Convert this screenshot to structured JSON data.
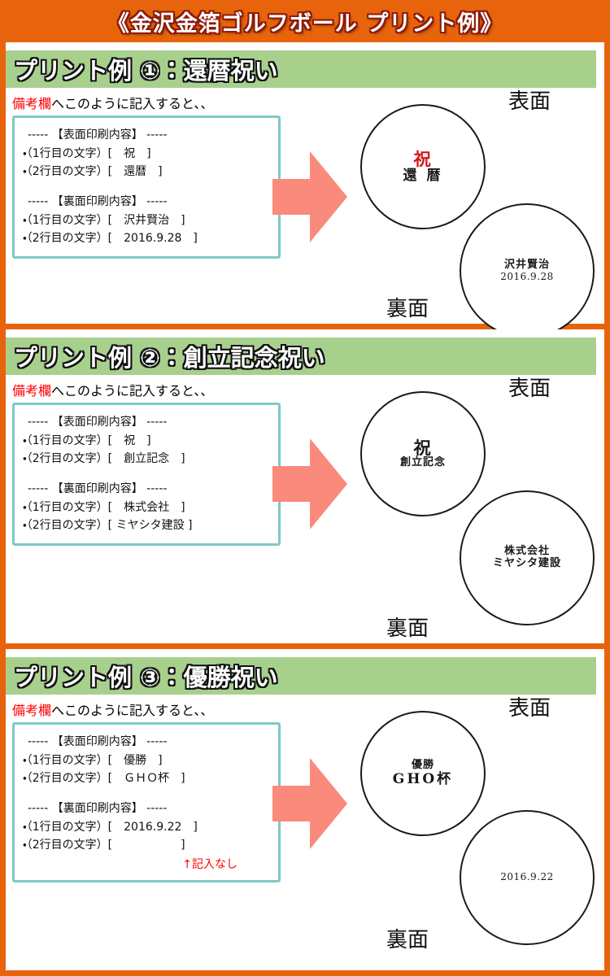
{
  "header": {
    "title": "《金沢金箔ゴルフボール プリント例》",
    "bar_color": "#e8640c"
  },
  "common": {
    "note_lead_highlight": "備考欄",
    "note_lead_rest": "へこのように記入すると、、",
    "front_heading": "----- 【表面印刷内容】 -----",
    "back_heading": "----- 【裏面印刷内容】 -----",
    "front_label": "表面",
    "back_label": "裏面",
    "line1_prefix": "・（1行目の文字）",
    "line2_prefix": "・（2行目の文字）",
    "arrow_color": "#fa8a7c",
    "note_border_color": "#7ec9c6",
    "band_color": "#a8d08d",
    "highlight_color": "#ff0000"
  },
  "sections": [
    {
      "heading": "プリント例 ①：還暦祝い",
      "note": {
        "front_line1": "・（1行目の文字）[　祝　]",
        "front_line2": "・（2行目の文字）[　還暦　]",
        "back_line1": "・（1行目の文字）[　沢井賢治　]",
        "back_line2": "・（2行目の文字）[　2016.9.28　]",
        "footnote": ""
      },
      "ball_front": {
        "line1": "祝",
        "line1_color": "#d31616",
        "line2": "還 暦",
        "line2_color": "#1a1a1a"
      },
      "ball_back": {
        "line1": "沢井賢治",
        "line2": "2016.9.28"
      }
    },
    {
      "heading": "プリント例 ②：創立記念祝い",
      "note": {
        "front_line1": "・（1行目の文字）[　祝　]",
        "front_line2": "・（2行目の文字）[　創立記念　]",
        "back_line1": "・（1行目の文字）[　株式会社　]",
        "back_line2": "・（2行目の文字）[ ミヤシタ建設 ]",
        "footnote": ""
      },
      "ball_front": {
        "line1": "祝",
        "line1_color": "#1a1a1a",
        "line2": "創立記念",
        "line2_color": "#1a1a1a"
      },
      "ball_back": {
        "line1": "株式会社",
        "line2": "ミヤシタ建設"
      }
    },
    {
      "heading": "プリント例 ③：優勝祝い",
      "note": {
        "front_line1": "・（1行目の文字）[　優勝　]",
        "front_line2": "・（2行目の文字）[　ＧＨＯ杯　]",
        "back_line1": "・（1行目の文字）[　2016.9.22　]",
        "back_line2": "・（2行目の文字）[　　　　　　]",
        "footnote": "↑記入なし"
      },
      "ball_front": {
        "line1": "優勝",
        "line1_color": "#1a1a1a",
        "line2": "GHO杯",
        "line2_color": "#1a1a1a"
      },
      "ball_back": {
        "line1": "",
        "line2": "2016.9.22"
      }
    }
  ]
}
